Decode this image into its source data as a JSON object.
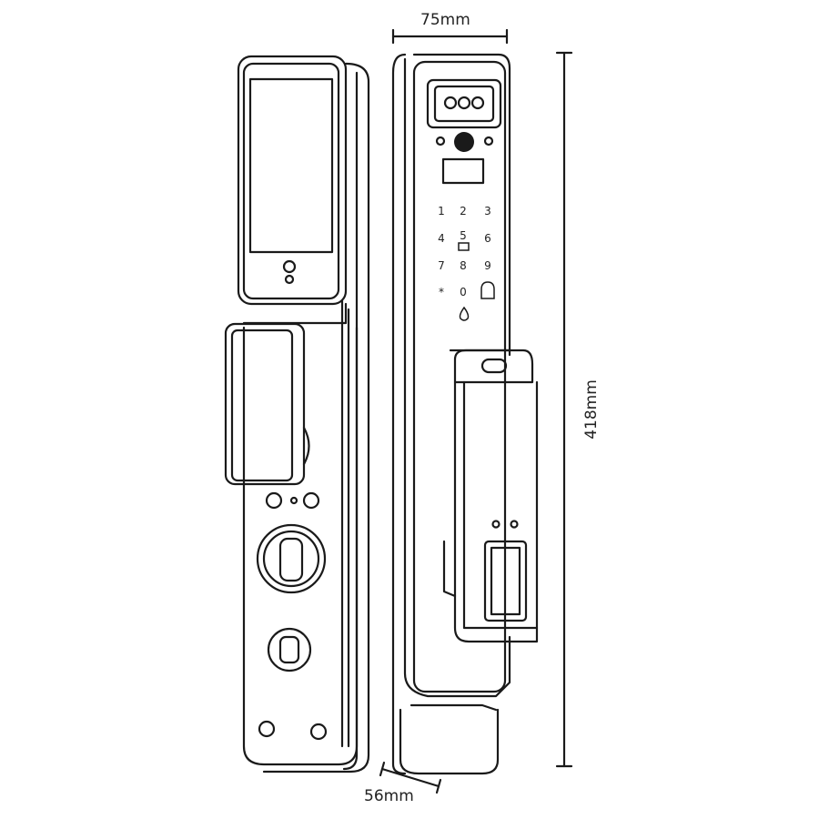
{
  "dimensions": {
    "width": "75mm",
    "height": "418mm",
    "depth": "56mm"
  },
  "keypad": {
    "keys": [
      "1",
      "2",
      "3",
      "4",
      "5",
      "6",
      "7",
      "8",
      "9",
      "*",
      "0"
    ]
  },
  "colors": {
    "line": "#1a1a1a",
    "background": "#ffffff"
  }
}
